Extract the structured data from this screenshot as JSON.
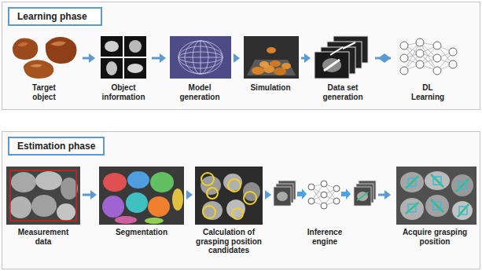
{
  "diagram": {
    "nodes": [
      {
        "text": [
          "Learning phase"
        ]
      },
      {
        "text": [
          "Target object"
        ],
        "in": 0
      },
      {
        "text": [
          "Object information"
        ],
        "in": 0
      },
      {
        "text": [
          "Model generation"
        ],
        "in": 0
      },
      {
        "text": [
          "Simulation"
        ],
        "in": 0
      },
      {
        "text": [
          "Data set generation"
        ],
        "in": 0
      },
      {
        "text": [
          "DL Learning"
        ],
        "in": 0
      },
      {
        "text": [
          "Estimation phase"
        ]
      },
      {
        "text": [
          "Measurement data"
        ],
        "in": 7
      },
      {
        "text": [
          "Segmentation"
        ],
        "in": 7
      },
      {
        "text": [
          "Calculation of grasping position candidates"
        ],
        "in": 7
      },
      {
        "text": [
          "Inference engine"
        ],
        "in": 7
      },
      {
        "text": [
          "Acquire grasping position"
        ],
        "in": 7
      }
    ],
    "edges": [
      {
        "from": 1,
        "to": 2,
        "arrow": "to"
      },
      {
        "from": 2,
        "to": 3,
        "arrow": "to"
      },
      {
        "from": 3,
        "to": 4,
        "arrow": "to"
      },
      {
        "from": 4,
        "to": 5,
        "arrow": "to"
      },
      {
        "from": 5,
        "to": 6,
        "arrow": "to"
      },
      {
        "from": 6,
        "to": 11,
        "arrow": "to"
      },
      {
        "from": 8,
        "to": 9,
        "arrow": "to"
      },
      {
        "from": 9,
        "to": 10,
        "arrow": "to"
      },
      {
        "from": 10,
        "to": 11,
        "arrow": "to"
      },
      {
        "from": 11,
        "to": 12,
        "arrow": "to"
      }
    ]
  }
}
